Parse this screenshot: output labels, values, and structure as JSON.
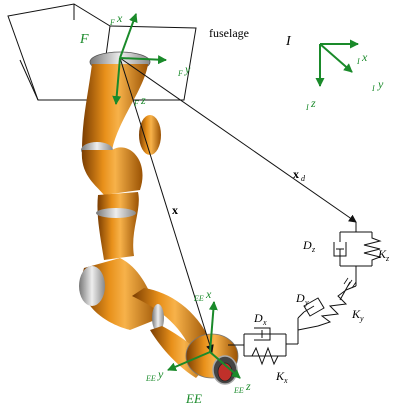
{
  "labels": {
    "fuselage": "fuselage",
    "frame_F": "F",
    "frame_I": "I",
    "Fx_sub": "F",
    "Fx_main": "x",
    "Fy_sub": "F",
    "Fy_main": "y",
    "Fz_sub": "F",
    "Fz_main": "z",
    "Ix_sub": "I",
    "Ix_main": "x",
    "Iy_sub": "I",
    "Iy_main": "y",
    "Iz_sub": "I",
    "Iz_main": "z",
    "x_vec": "x",
    "xd_main": "x",
    "xd_sub": "d",
    "Dz_main": "D",
    "Dz_sub": "z",
    "Kz_main": "K",
    "Kz_sub": "z",
    "Dy_main": "D",
    "Dy_sub": "y",
    "Ky_main": "K",
    "Ky_sub": "y",
    "Dx_main": "D",
    "Dx_sub": "x",
    "Kx_main": "K",
    "Kx_sub": "x",
    "EEx_sub": "EE",
    "EEx_main": "x",
    "EEy_sub": "EE",
    "EEy_main": "y",
    "EEz_sub": "EE",
    "EEz_main": "z",
    "EE": "EE"
  },
  "colors": {
    "axis_green": "#1a8a2a",
    "robot_orange": "#d4780a",
    "robot_dark": "#8a4a05",
    "ring_gray": "#b8b8b8",
    "line_black": "#111111"
  }
}
